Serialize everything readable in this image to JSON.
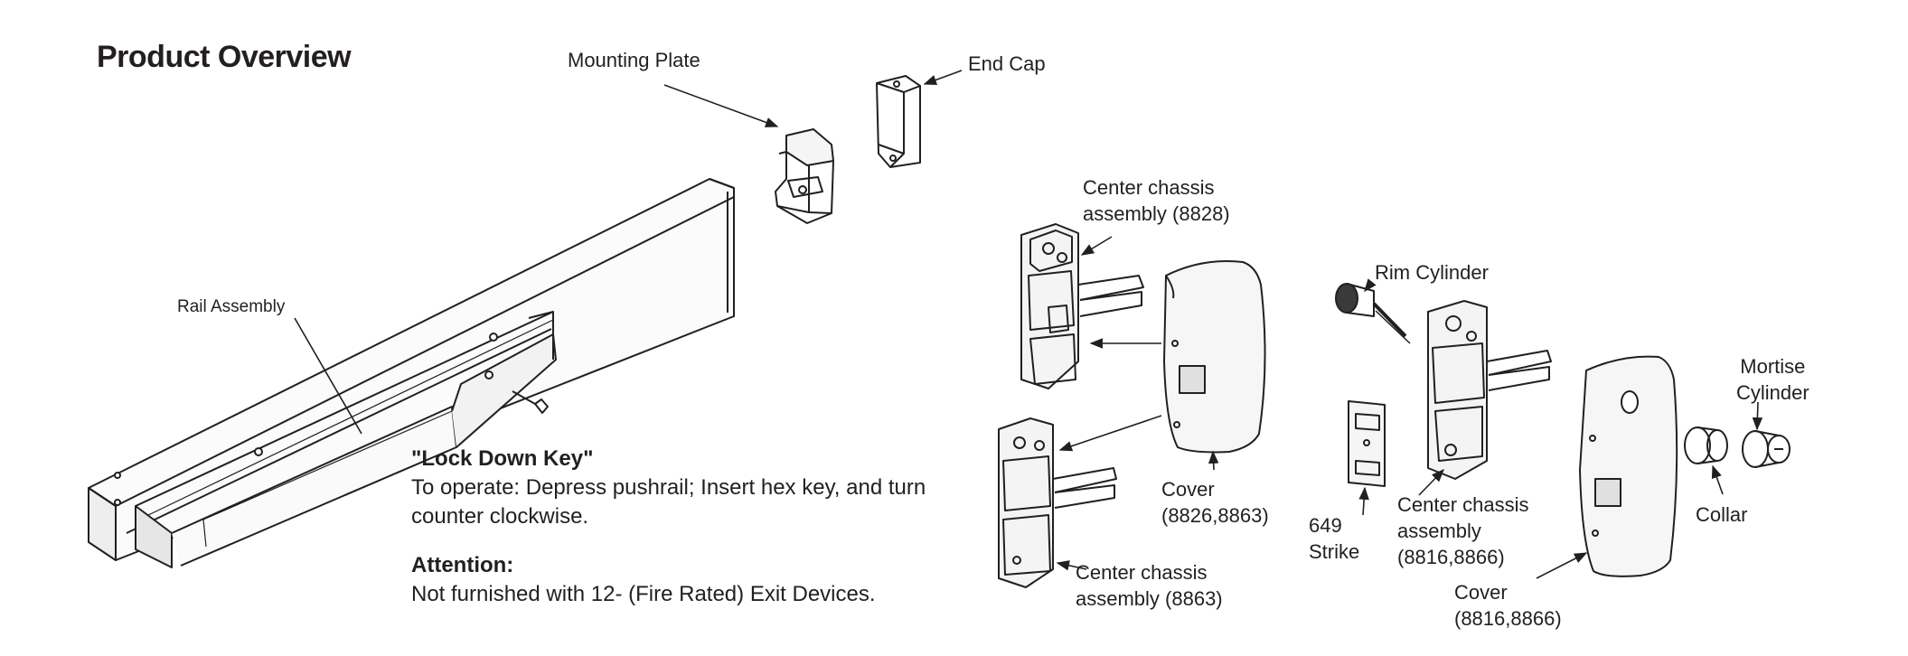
{
  "title": "Product Overview",
  "labels": {
    "mounting_plate": "Mounting Plate",
    "end_cap": "End Cap",
    "rail_assembly": "Rail Assembly",
    "center_chassis_8828": [
      "Center chassis",
      "assembly (8828)"
    ],
    "cover_8826": [
      "Cover",
      "(8826,8863)"
    ],
    "center_chassis_8863": [
      "Center chassis",
      "assembly (8863)"
    ],
    "rim_cylinder": "Rim Cylinder",
    "strike_649": [
      "649",
      "Strike"
    ],
    "center_chassis_8816": [
      "Center chassis",
      "assembly",
      "(8816,8866)"
    ],
    "cover_8816": [
      "Cover",
      "(8816,8866)"
    ],
    "mortise_cylinder": [
      "Mortise",
      "Cylinder"
    ],
    "collar": "Collar"
  },
  "notes": {
    "lock_down_key_title": "\"Lock Down Key\"",
    "lock_down_key_text": [
      "To operate: Depress pushrail; Insert hex key, and turn",
      "counter clockwise."
    ],
    "attention_title": "Attention:",
    "attention_text": "Not furnished with 12- (Fire Rated) Exit Devices."
  }
}
